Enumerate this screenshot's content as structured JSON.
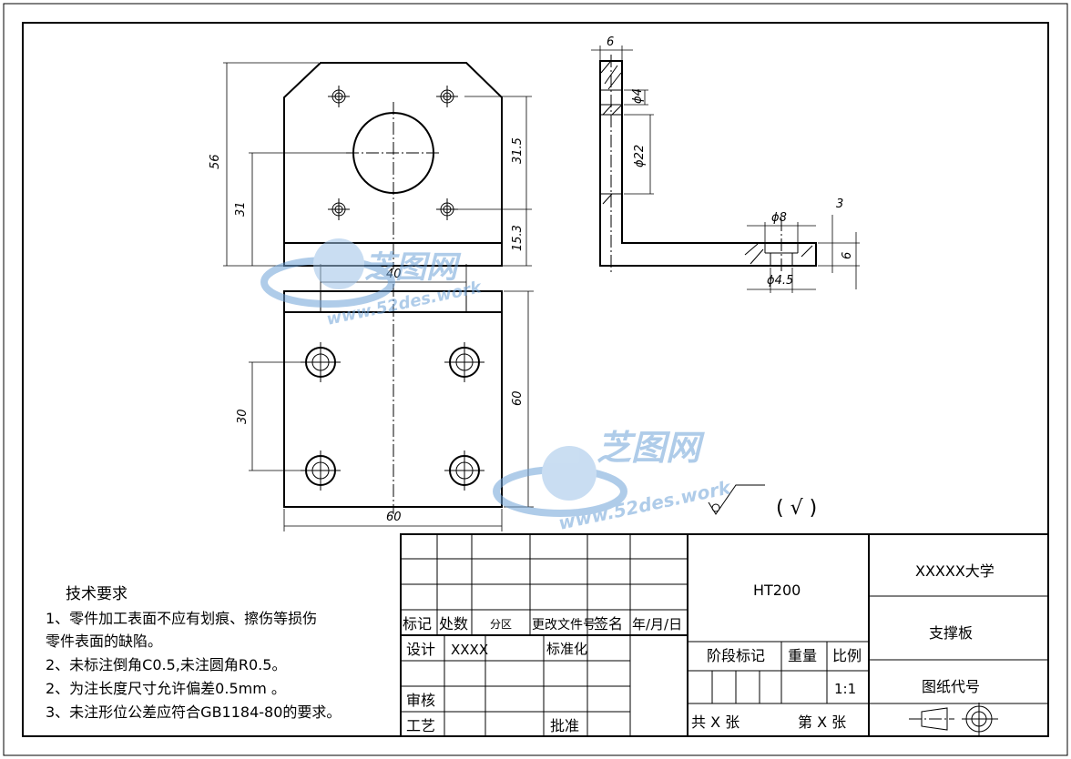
{
  "views": {
    "front": {
      "dim_height": "56",
      "dim_hole_height": "31",
      "dim_upper": "31.5",
      "dim_lower": "15.3",
      "dim_width": "40"
    },
    "side": {
      "dim_thickness": "6",
      "dim_hole_small": "ϕ4",
      "dim_hole_large": "ϕ22",
      "dim_counterbore": "ϕ8",
      "dim_depth": "3",
      "dim_base": "6",
      "dim_hole_through": "ϕ4.5"
    },
    "top": {
      "dim_spacing": "30",
      "dim_height": "60",
      "dim_width": "60"
    }
  },
  "surface_finish": "( √ )",
  "watermark": {
    "brand": "芝图网",
    "url": "www.52des.work"
  },
  "technical_requirements": {
    "title": "技术要求",
    "items": [
      "1、零件加工表面不应有划痕、擦伤等损伤",
      "零件表面的缺陷。",
      "2、未标注倒角C0.5,未注圆角R0.5。",
      "2、为注长度尺寸允许偏差0.5mm 。",
      "3、未注形位公差应符合GB1184-80的要求。"
    ]
  },
  "title_block": {
    "material": "HT200",
    "school": "XXXXX大学",
    "part_name": "支撑板",
    "drawing_no_label": "图纸代号",
    "mark": "标记",
    "count": "处数",
    "zone": "分区",
    "change_doc": "更改文件号",
    "signature": "签名",
    "date": "年/月/日",
    "design": "设计",
    "designer": "XXXX",
    "standardize": "标准化",
    "stage_mark": "阶段标记",
    "weight": "重量",
    "scale_label": "比例",
    "scale": "1:1",
    "review": "审核",
    "process": "工艺",
    "approve": "批准",
    "total_sheets": "共  X  张",
    "sheet_no": "第  X  张"
  }
}
